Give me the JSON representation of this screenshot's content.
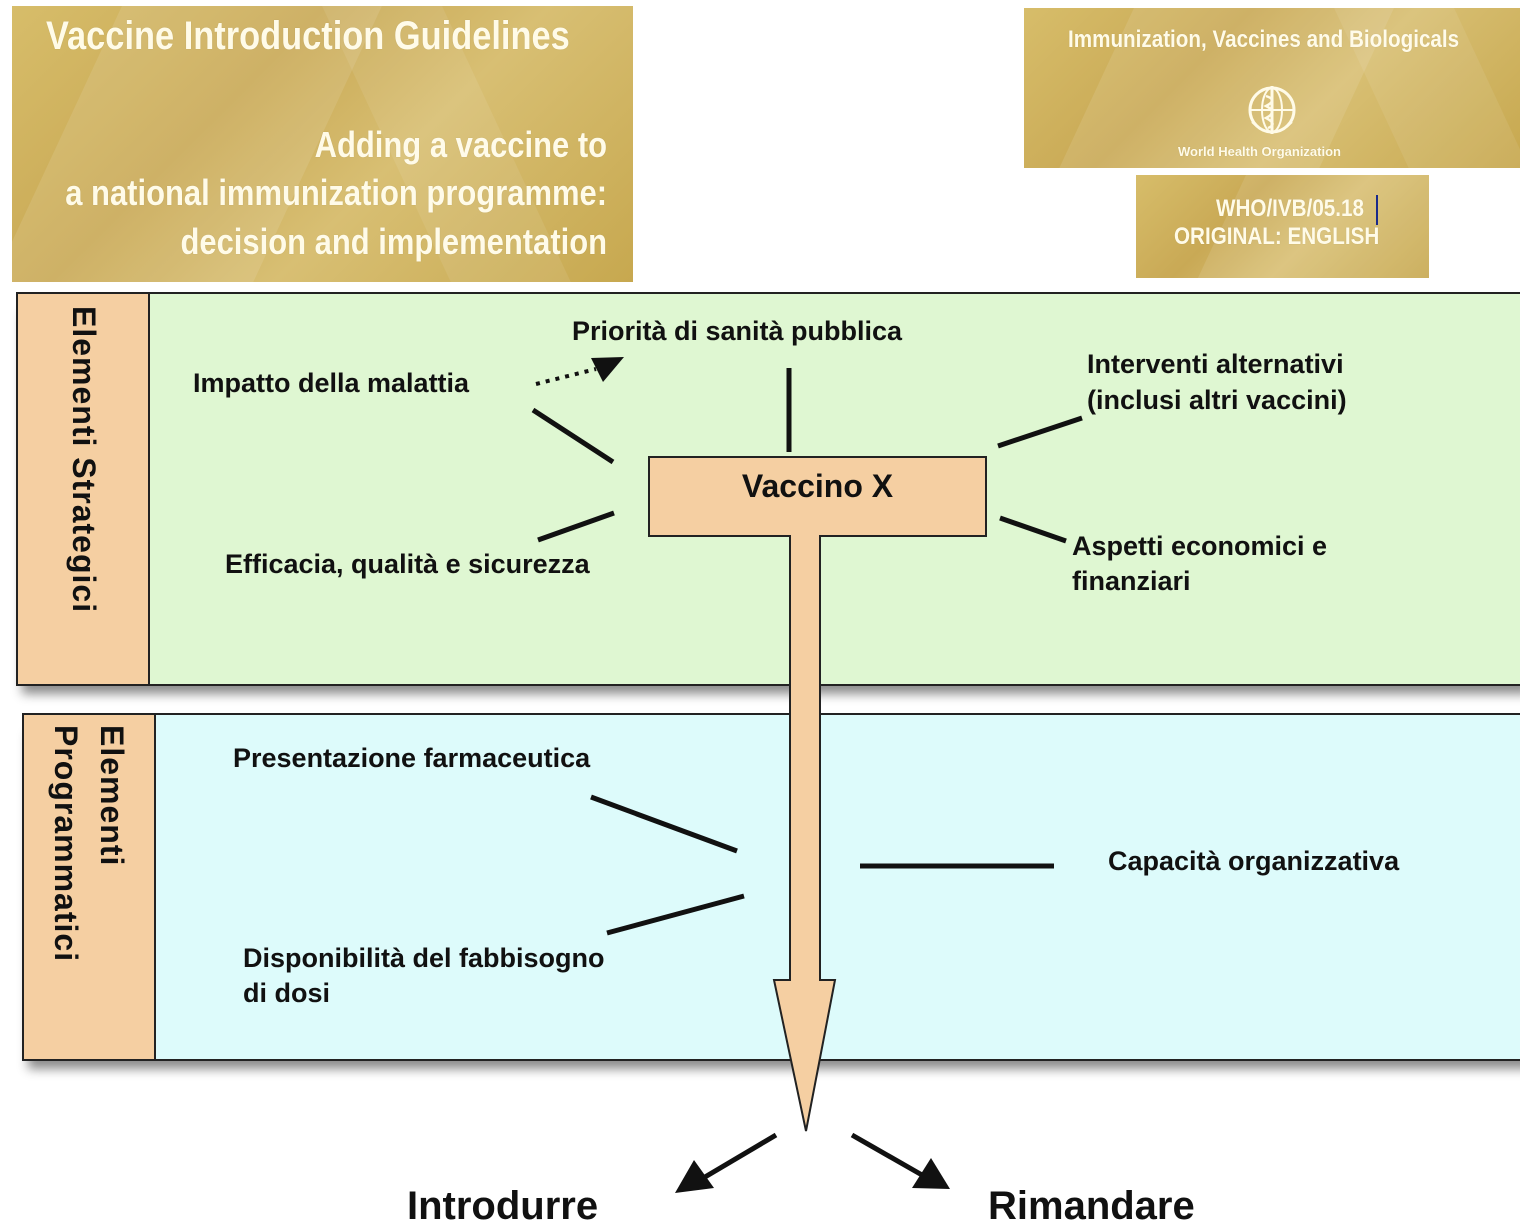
{
  "header": {
    "left_banner": {
      "title": "Vaccine Introduction Guidelines",
      "subtitle_line1": "Adding a vaccine to",
      "subtitle_line2": "a national immunization programme:",
      "subtitle_line3": "decision and implementation"
    },
    "right_banner": {
      "title": "Immunization, Vaccines and Biologicals",
      "org": "World Health Organization",
      "code": "WHO/IVB/05.18",
      "original": "ORIGINAL: ENGLISH"
    }
  },
  "strategic": {
    "side_label": "Elementi Strategici",
    "center_box": "Vaccino X",
    "items": {
      "priority": "Priorità di sanità pubblica",
      "impact": "Impatto della malattia",
      "alternatives_line1": "Interventi alternativi",
      "alternatives_line2": "(inclusi altri vaccini)",
      "efficacy": "Efficacia, qualità e sicurezza",
      "economic_line1": "Aspetti economici e",
      "economic_line2": "finanziari"
    }
  },
  "programmatic": {
    "side_label_line1": "Elementi",
    "side_label_line2": "Programmatici",
    "items": {
      "presentation": "Presentazione farmaceutica",
      "capacity": "Capacità organizzativa",
      "availability_line1": "Disponibilità del fabbisogno",
      "availability_line2": "di dosi"
    }
  },
  "outcomes": {
    "introduce": "Introdurre",
    "postpone": "Rimandare"
  },
  "colors": {
    "strategic_band": "#dff7d2",
    "programmatic_band": "#ddfbfb",
    "label_fill": "#f5cfa2",
    "banner_gold": "#cdb060"
  }
}
